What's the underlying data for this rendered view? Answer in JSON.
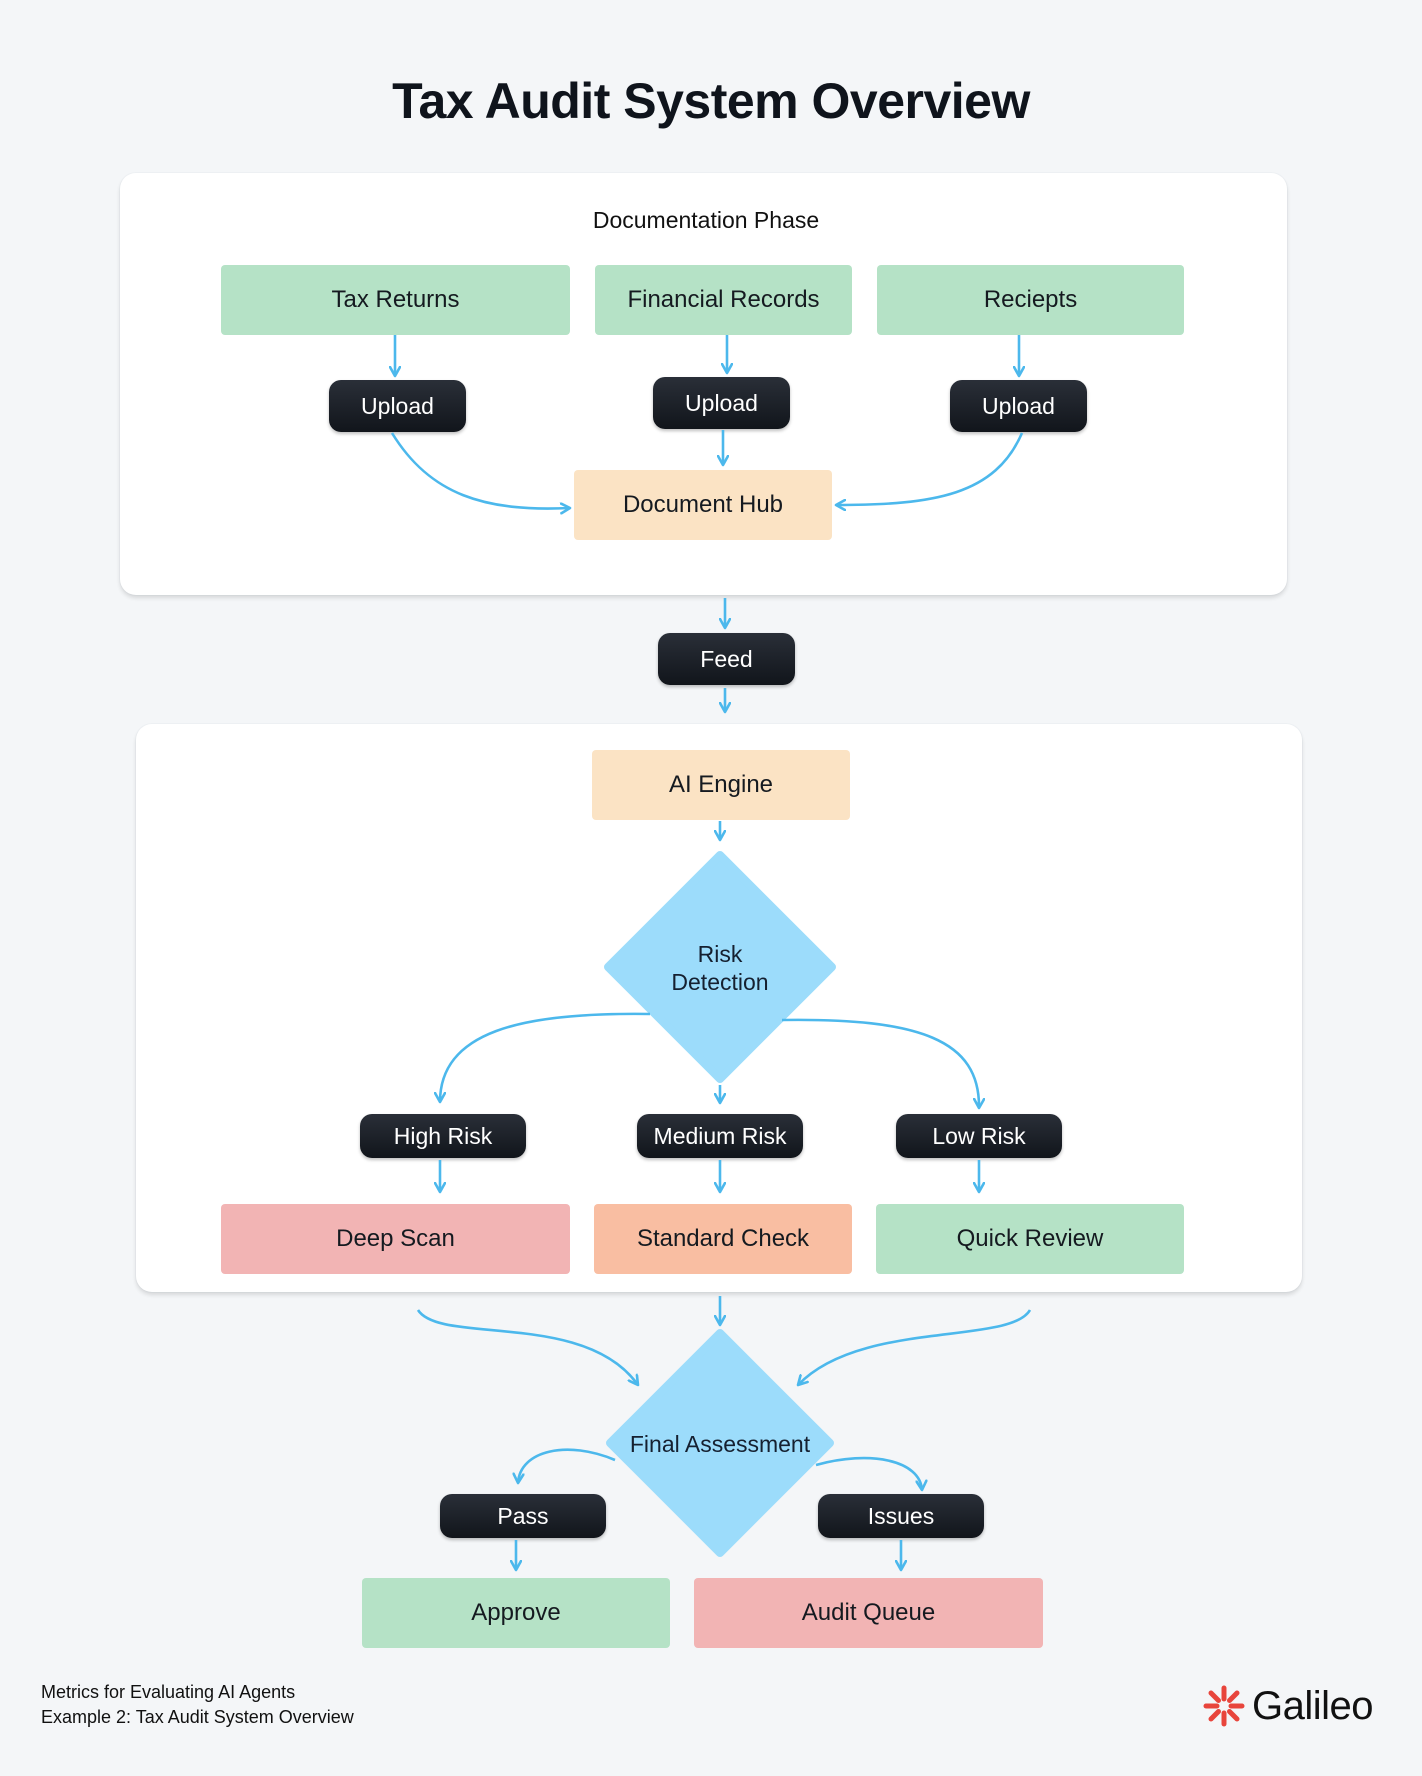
{
  "title": "Tax Audit System Overview",
  "documentation_phase": {
    "label": "Documentation Phase",
    "sources": [
      "Tax Returns",
      "Financial Records",
      "Reciepts"
    ],
    "upload_label": "Upload",
    "hub": "Document Hub"
  },
  "feed_label": "Feed",
  "analysis": {
    "engine": "AI Engine",
    "decision": "Risk Detection",
    "risk_levels": [
      "High Risk",
      "Medium Risk",
      "Low Risk"
    ],
    "checks": [
      "Deep Scan",
      "Standard Check",
      "Quick Review"
    ]
  },
  "final": {
    "decision": "Final Assessment",
    "outcomes": [
      "Pass",
      "Issues"
    ],
    "results": [
      "Approve",
      "Audit Queue"
    ]
  },
  "footer": {
    "line1": "Metrics for Evaluating AI Agents",
    "line2": "Example 2: Tax Audit System Overview",
    "brand": "Galileo"
  },
  "colors": {
    "arrow": "#4cb8ec",
    "diamond": "#9cdcfb",
    "green": "#b5e2c6",
    "peach": "#fbe3c4",
    "red": "#f2b4b4",
    "orange": "#f9bea2",
    "brand_accent": "#e8453c"
  }
}
